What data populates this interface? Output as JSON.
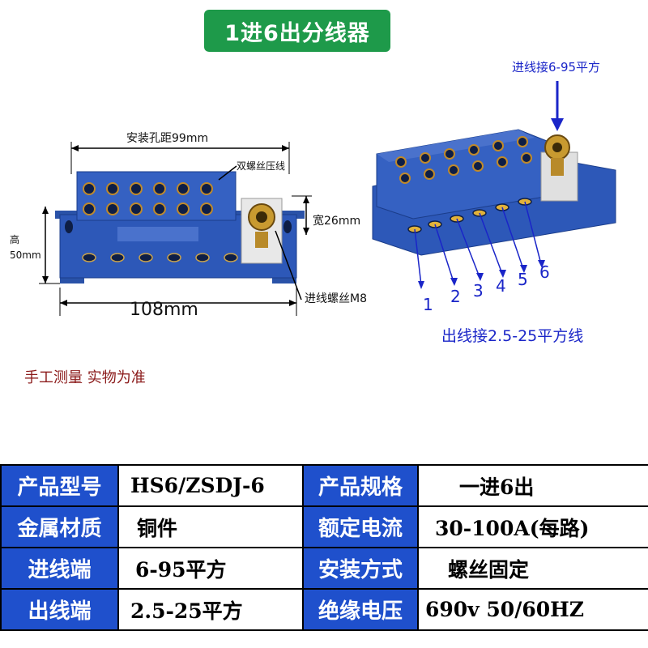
{
  "title": "1进6出分线器",
  "left_view": {
    "hole_spacing": "安装孔距99mm",
    "double_screw": "双螺丝压线",
    "width": "宽26mm",
    "height_label_line1": "高",
    "height_label_line2": "50mm",
    "length": "108mm",
    "inlet_screw": "进线螺丝M8"
  },
  "right_view": {
    "inlet_spec": "进线接6-95平方",
    "port_numbers": [
      "1",
      "2",
      "3",
      "4",
      "5",
      "6"
    ],
    "outlet_spec": "出线接2.5-25平方线"
  },
  "note": "手工测量  实物为准",
  "spec_table": {
    "rows": [
      {
        "label1": "产品型号",
        "value1": "HS6/ZSDJ-6",
        "label2": "产品规格",
        "value2": "一进6出"
      },
      {
        "label1": "金属材质",
        "value1": "铜件",
        "label2": "额定电流",
        "value2": "30-100A(每路)"
      },
      {
        "label1": "进线端",
        "value1": "6-95平方",
        "label2": "安装方式",
        "value2": "螺丝固定"
      },
      {
        "label1": "出线端",
        "value1": "2.5-25平方",
        "label2": "绝缘电压",
        "value2": "690v   50/60HZ"
      }
    ]
  },
  "colors": {
    "title_bg": "#1e9a4a",
    "label_bg": "#1f50cc",
    "product_blue": "#2d58b8",
    "annotation_blue": "#1a25c8",
    "note_red": "#8b1a1a"
  }
}
